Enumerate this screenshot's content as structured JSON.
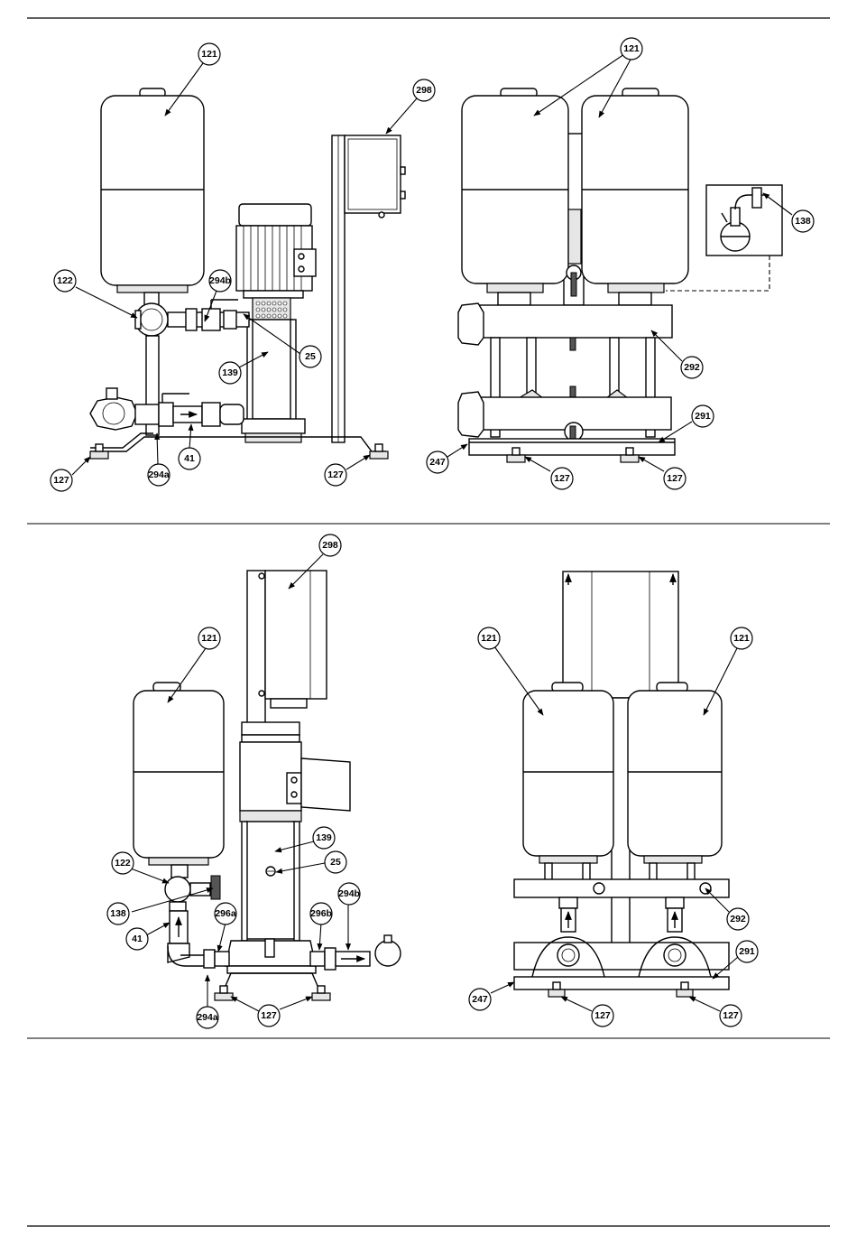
{
  "callouts": {
    "p1": [
      "121",
      "298",
      "122",
      "294b",
      "25",
      "139",
      "127",
      "294a",
      "41",
      "127"
    ],
    "p2": [
      "121",
      "138",
      "292",
      "291",
      "247",
      "127",
      "127"
    ],
    "p3": [
      "298",
      "121",
      "139",
      "25",
      "122",
      "138",
      "41",
      "296a",
      "296b",
      "294b",
      "294a",
      "127"
    ],
    "p4": [
      "121",
      "121",
      "292",
      "291",
      "247",
      "127",
      "127"
    ]
  },
  "colors": {
    "line": "#000000",
    "fill": "#ffffff",
    "shade": "#e6e6e6"
  }
}
